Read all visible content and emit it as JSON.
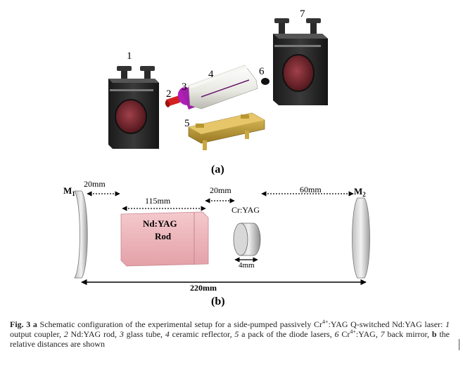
{
  "part_a": {
    "label": "(a)",
    "callouts": [
      "1",
      "2",
      "3",
      "4",
      "5",
      "6",
      "7"
    ]
  },
  "part_b": {
    "label": "(b)",
    "mirror_left": "M",
    "mirror_left_sub": "1",
    "mirror_right": "M",
    "mirror_right_sub": "2",
    "gap_m1_rod": "20mm",
    "rod_length": "115mm",
    "gap_rod_crystal": "20mm",
    "gap_crystal_m2": "60mm",
    "crystal_label": "Cr:YAG",
    "crystal_length": "4mm",
    "rod_label_line1": "Nd:YAG",
    "rod_label_line2": "Rod",
    "total_length": "220mm"
  },
  "caption": {
    "fig": "Fig. 3",
    "a": "a",
    "t1": " Schematic configuration of the experimental setup for a side-pumped passively Cr",
    "sup1": "4+",
    "t2": ":YAG Q-switched Nd:YAG laser: ",
    "n1": "1",
    "t3": " output coupler, ",
    "n2": "2",
    "t4": " Nd:YAG rod, ",
    "n3": "3",
    "t5": " glass tube, ",
    "n4": "4",
    "t6": " ceramic reflector, ",
    "n5": "5",
    "t7": " a pack of the diode lasers, ",
    "n6": "6",
    "t8": " Cr",
    "sup2": "4+",
    "t9": ":YAG, ",
    "n7": "7",
    "t10": " back mirror, ",
    "b": "b",
    "t11": " the relative distances are shown"
  }
}
